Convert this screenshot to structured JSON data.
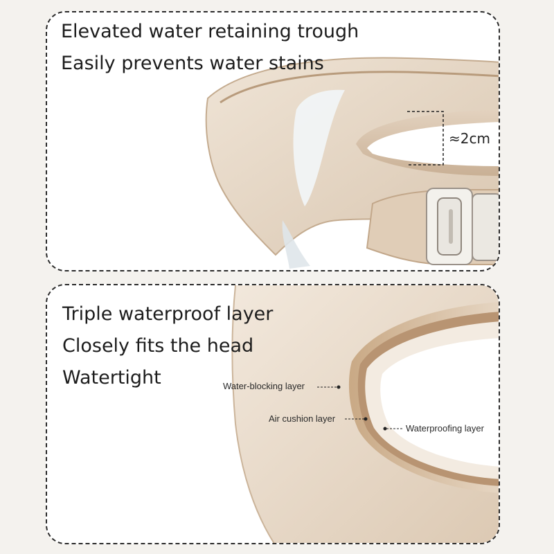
{
  "top_panel": {
    "lines": [
      "Elevated water retaining trough",
      "Easily prevents water stains"
    ],
    "measurement": "≈2cm"
  },
  "bottom_panel": {
    "lines": [
      "Triple waterproof layer",
      "Closely fits the head",
      "Watertight"
    ],
    "callouts": {
      "water_blocking": "Water-blocking layer",
      "air_cushion": "Air cushion layer",
      "waterproofing": "Waterproofing layer"
    }
  },
  "colors": {
    "background": "#f4f2ee",
    "panel": "#ffffff",
    "product": "#e9dccb",
    "product_shadow": "#c7ae92",
    "border": "#2a2a2a"
  }
}
